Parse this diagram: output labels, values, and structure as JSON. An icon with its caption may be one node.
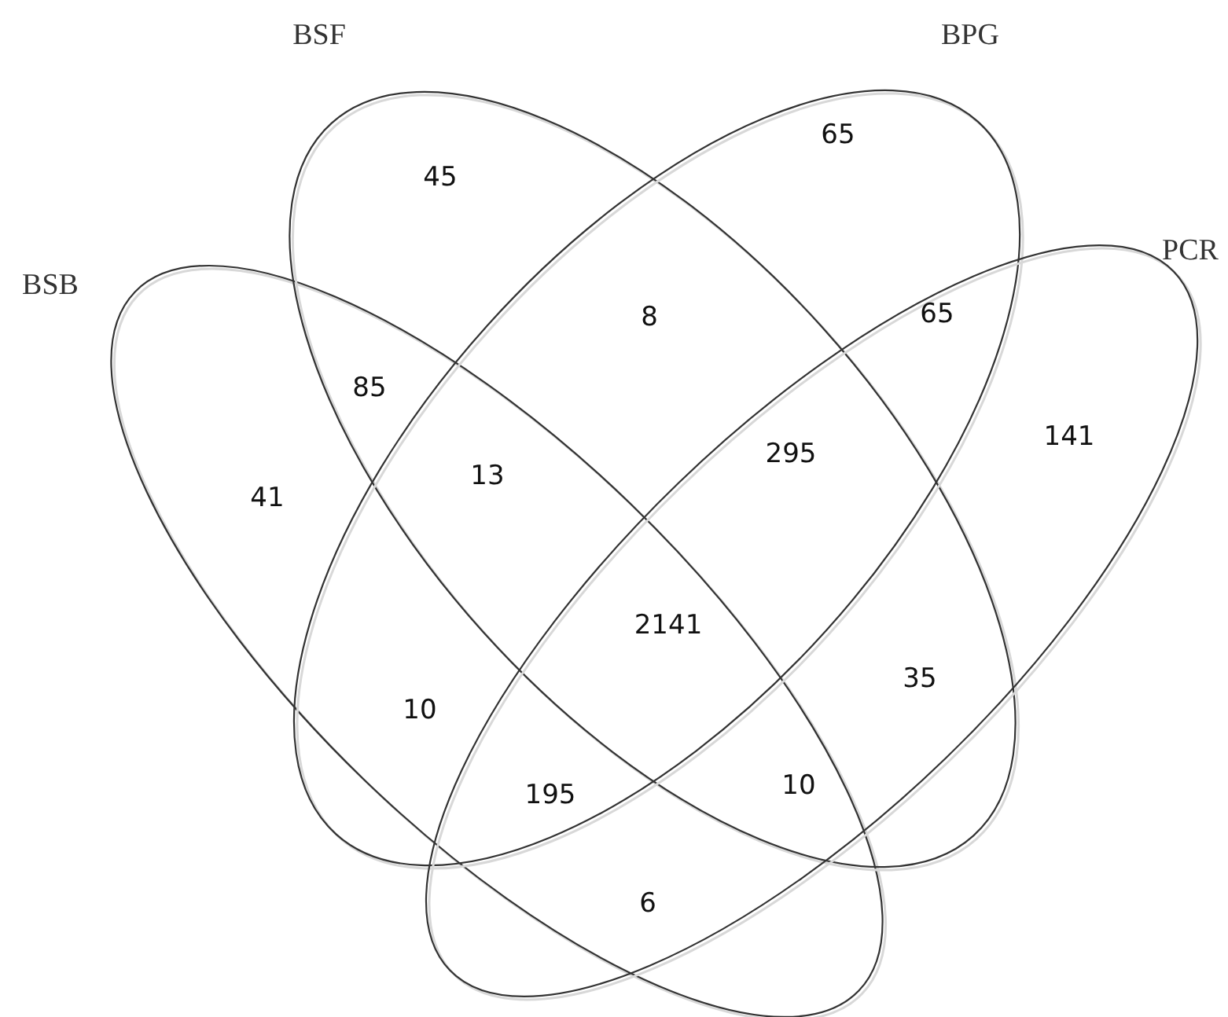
{
  "diagram": {
    "nodes": [
      {
        "text": [
          "BSB"
        ]
      },
      {
        "text": [
          "BSF"
        ]
      },
      {
        "text": [
          "BPG"
        ]
      },
      {
        "text": [
          "PCR"
        ]
      }
    ],
    "labels": [
      "45",
      "65",
      "8",
      "65",
      "85",
      "295",
      "141",
      "41",
      "13",
      "2141",
      "10",
      "35",
      "195",
      "10",
      "6"
    ]
  }
}
